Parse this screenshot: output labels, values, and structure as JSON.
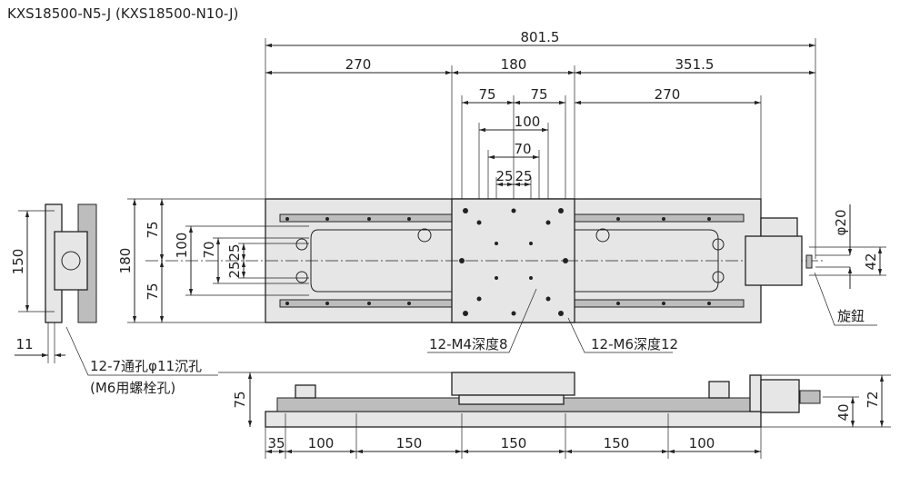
{
  "title": "KXS18500-N5-J (KXS18500-N10-J)",
  "top_dims": {
    "overall": "801.5",
    "left": "270",
    "carriage": "180",
    "right": "351.5",
    "hole_75_a": "75",
    "hole_75_b": "75",
    "right_270": "270",
    "hole_100": "100",
    "hole_70": "70",
    "hole_25_a": "25",
    "hole_25_b": "25"
  },
  "left_dims": {
    "height_180": "180",
    "half_75_a": "75",
    "half_75_b": "75",
    "h_100": "100",
    "h_70": "70",
    "h_25_a": "25",
    "h_25_b": "25"
  },
  "side_view": {
    "height_150": "150",
    "width_11": "11"
  },
  "front_view": {
    "height_75": "75",
    "pitch": [
      "35",
      "100",
      "150",
      "150",
      "150",
      "100"
    ]
  },
  "right_dims": {
    "knob_dia": "φ20",
    "motor_42": "42",
    "total_72": "72",
    "axis_40": "40",
    "knob_label": "旋鈕"
  },
  "callouts": {
    "m4": "12-M4深度8",
    "m6": "12-M6深度12",
    "mount_line1": "12-7通孔φ11沉孔",
    "mount_line2": "(M6用螺栓孔)"
  }
}
